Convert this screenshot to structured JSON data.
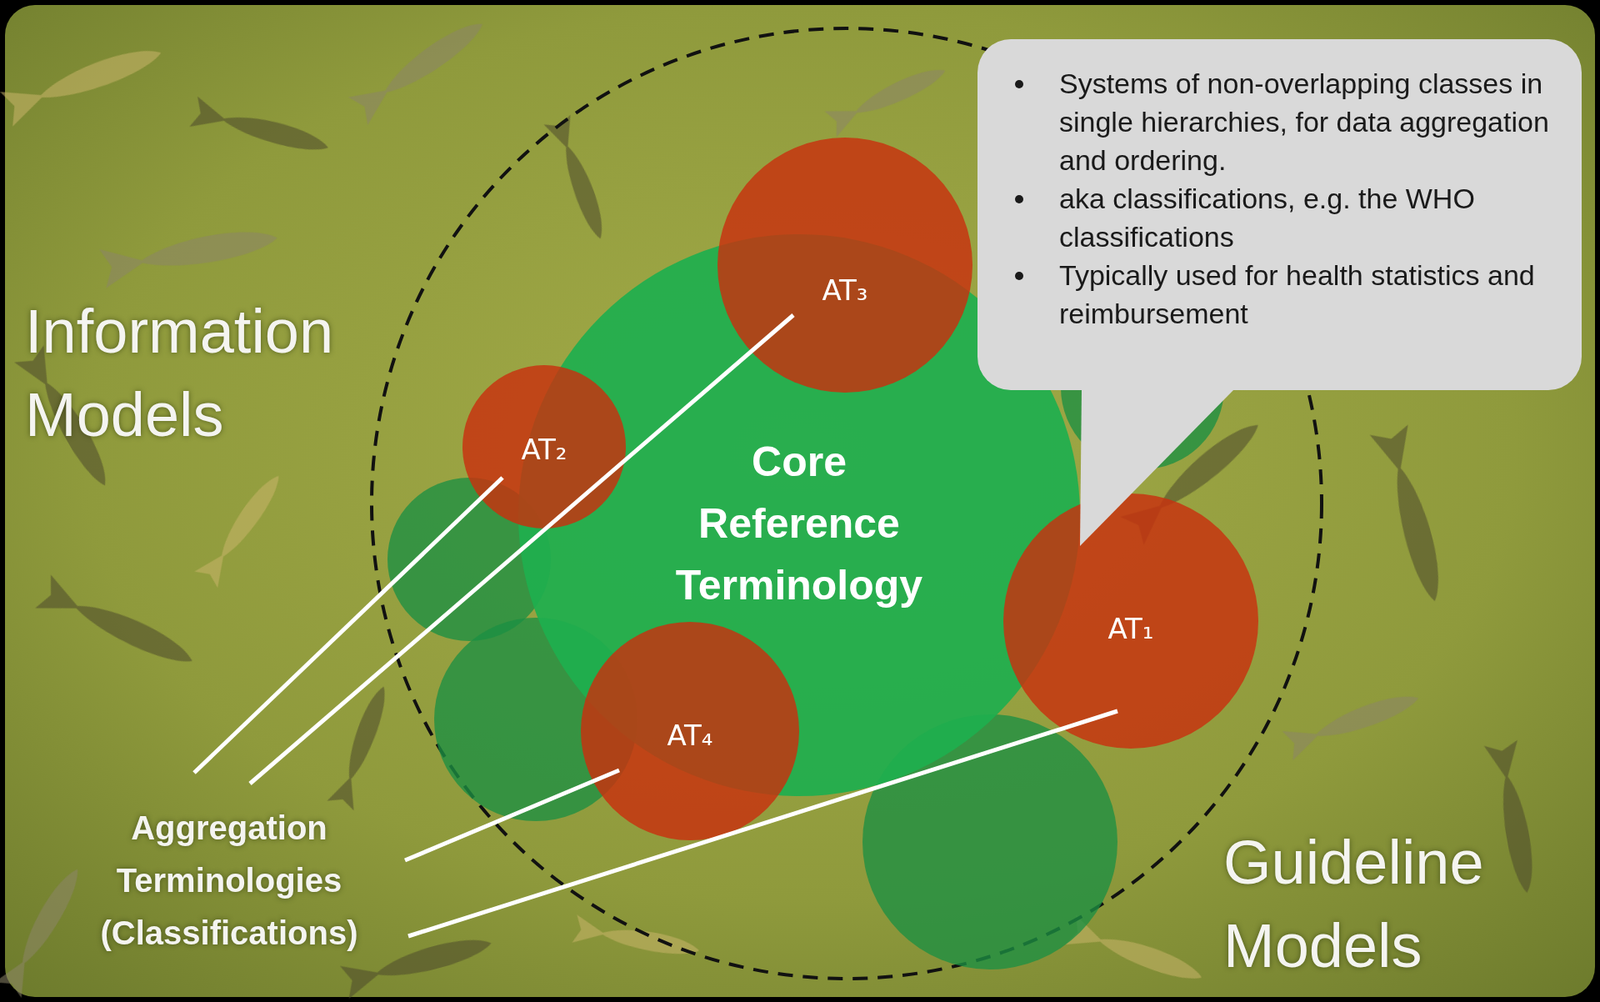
{
  "diagram": {
    "nodes": [
      {
        "text": [
          "Core Reference Terminology"
        ]
      },
      {
        "text": [
          "AT₃"
        ]
      },
      {
        "text": [
          "AT₂"
        ]
      },
      {
        "text": [
          "AT₁"
        ]
      },
      {
        "text": [
          "AT₄"
        ]
      },
      {
        "text": [
          "Systems of non-overlapping classes in single hierarchies, for data aggregation and ordering.",
          "aka classifications, e.g. the WHO classifications",
          "Typically used for health statistics and reimbursement"
        ]
      }
    ],
    "labels": [
      "Information Models",
      "Aggregation Terminologies (Classifications)",
      "Guideline Models"
    ]
  }
}
